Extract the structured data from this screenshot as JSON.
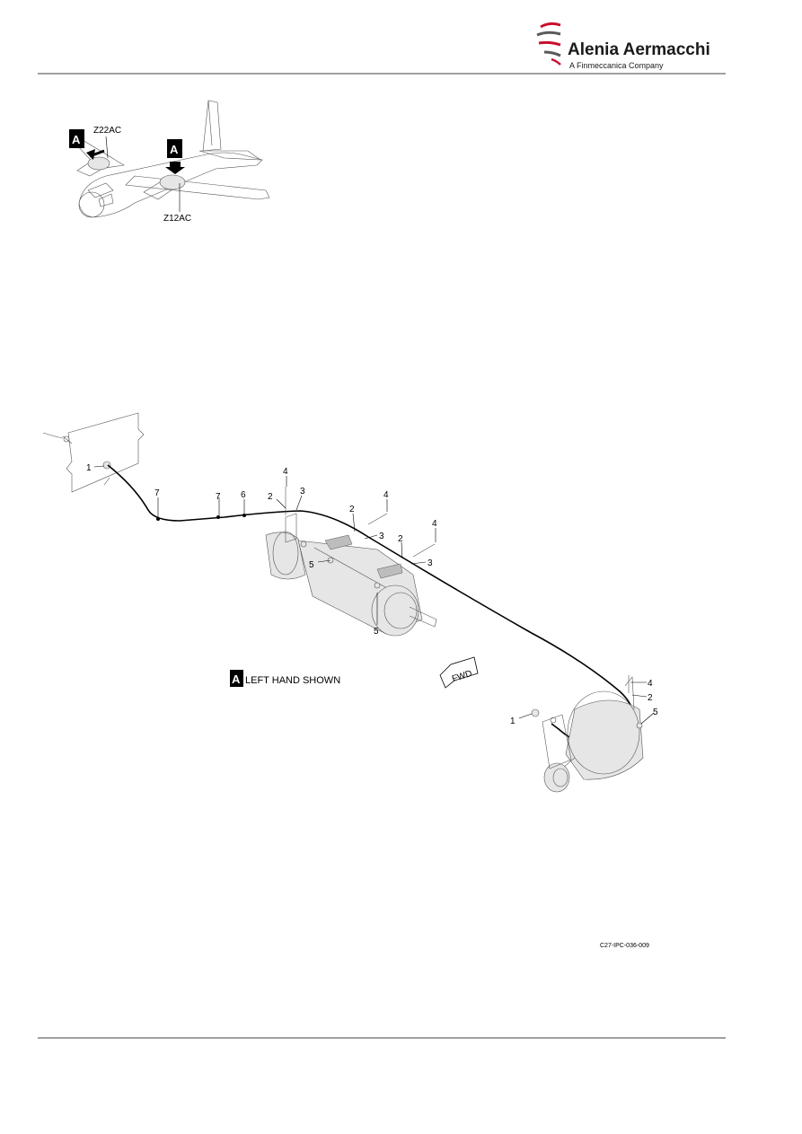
{
  "header": {
    "brand_name": "Alenia Aermacchi",
    "brand_subtitle": "A Finmeccanica Company",
    "logo_icon": "swoosh-logo-icon",
    "logo_colors": {
      "red": "#c8102e",
      "gray": "#5a5a5a"
    }
  },
  "locator": {
    "view_marker": "A",
    "zone_left": "Z22AC",
    "zone_right": "Z12AC"
  },
  "diagram": {
    "callouts": {
      "c1a": "1",
      "c1b": "1",
      "c2a": "2",
      "c2b": "2",
      "c2c": "2",
      "c2d": "2",
      "c3a": "3",
      "c3b": "3",
      "c3c": "3",
      "c4a": "4",
      "c4b": "4",
      "c4c": "4",
      "c4d": "4",
      "c5a": "5",
      "c5b": "5",
      "c5c": "5",
      "c6": "6",
      "c7a": "7",
      "c7b": "7"
    },
    "view_note_marker": "A",
    "view_note": "LEFT HAND SHOWN",
    "fwd_label": "FWD",
    "figure_ref": "C27-IPC-036-009"
  }
}
